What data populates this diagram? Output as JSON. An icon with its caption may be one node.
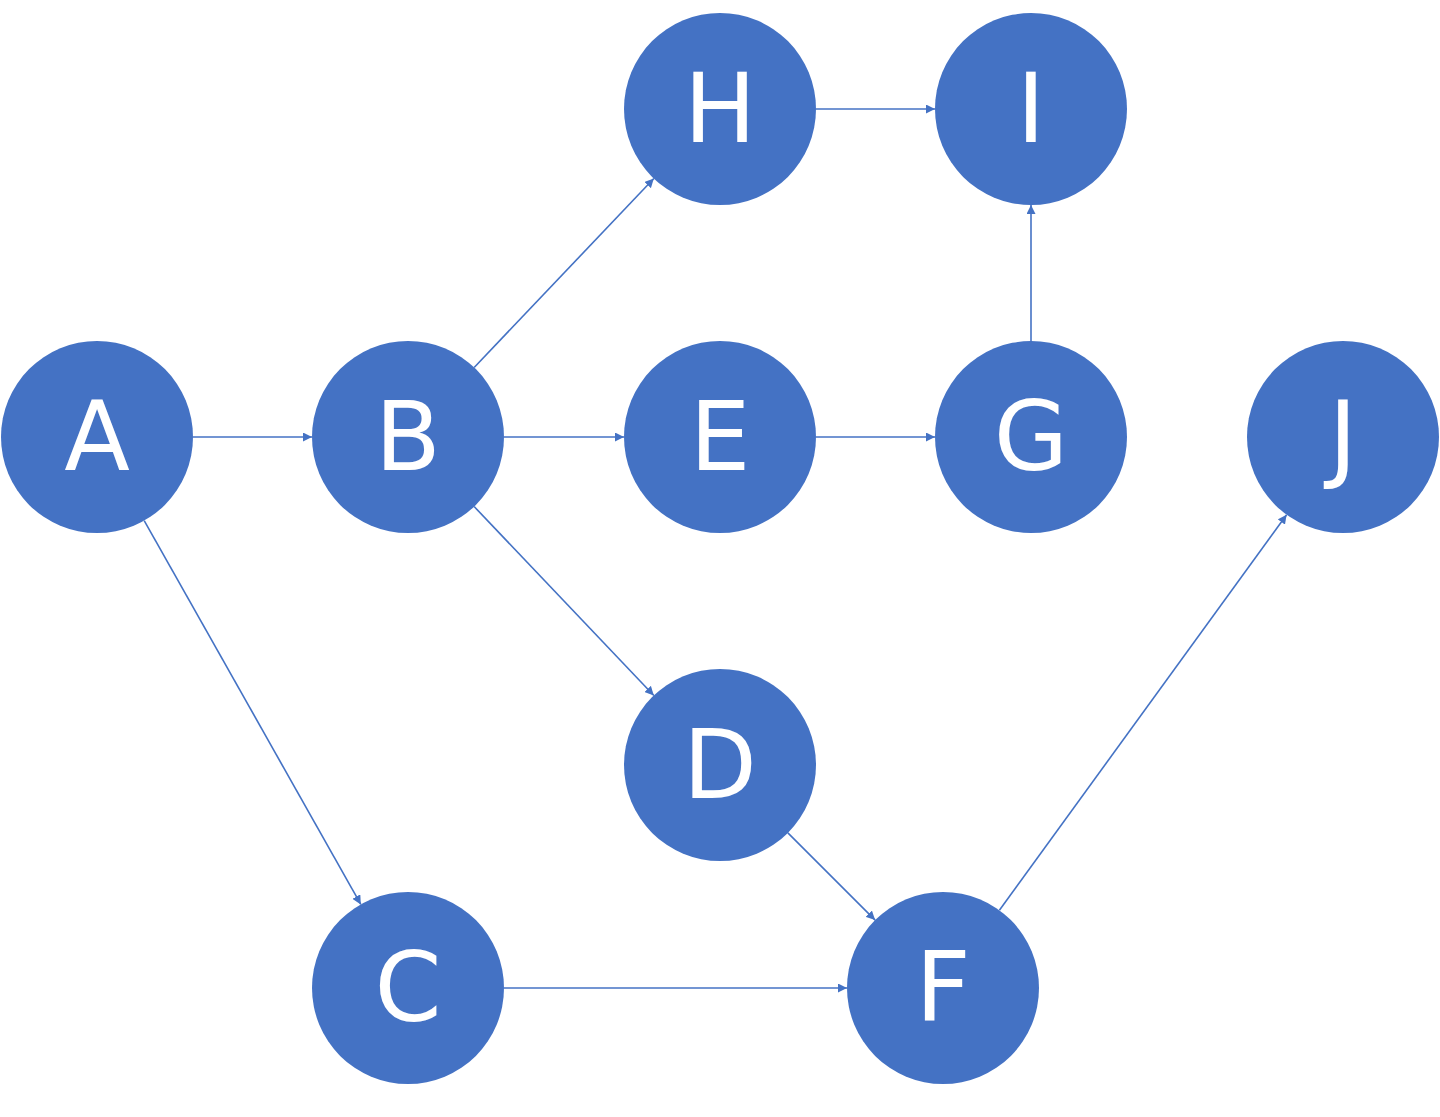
{
  "diagram": {
    "nodes": [
      {
        "text": [
          "H"
        ]
      },
      {
        "text": [
          "I"
        ]
      },
      {
        "text": [
          "A"
        ]
      },
      {
        "text": [
          "B"
        ]
      },
      {
        "text": [
          "E"
        ]
      },
      {
        "text": [
          "G"
        ]
      },
      {
        "text": [
          "J"
        ]
      },
      {
        "text": [
          "D"
        ]
      },
      {
        "text": [
          "C"
        ]
      },
      {
        "text": [
          "F"
        ]
      }
    ],
    "edges": [
      {
        "from": 2,
        "to": 3,
        "arrow": "to"
      },
      {
        "from": 2,
        "to": 8,
        "arrow": "to"
      },
      {
        "from": 3,
        "to": 0,
        "arrow": "to"
      },
      {
        "from": 3,
        "to": 4,
        "arrow": "to"
      },
      {
        "from": 3,
        "to": 7,
        "arrow": "to"
      },
      {
        "from": 0,
        "to": 1,
        "arrow": "to"
      },
      {
        "from": 4,
        "to": 5,
        "arrow": "to"
      },
      {
        "from": 5,
        "to": 1,
        "arrow": "to"
      },
      {
        "from": 7,
        "to": 9,
        "arrow": "to"
      },
      {
        "from": 8,
        "to": 9,
        "arrow": "to"
      },
      {
        "from": 9,
        "to": 6,
        "arrow": "to"
      }
    ]
  }
}
